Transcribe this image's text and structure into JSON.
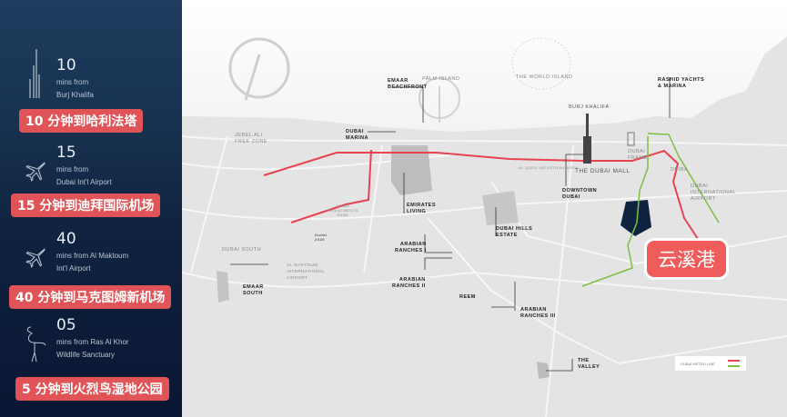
{
  "panel": {
    "entries": [
      {
        "number": "10",
        "line1": "mins from",
        "line2": "Burj Khalifa",
        "badge": "10 分钟到哈利法塔",
        "icon": "burj-khalifa-icon"
      },
      {
        "number": "15",
        "line1": "mins from",
        "line2": "Dubai Int'l Airport",
        "badge": "15 分钟到迪拜国际机场",
        "icon": "airplane-icon"
      },
      {
        "number": "40",
        "line1": "mins from Al Maktoum",
        "line2": "Int'l Airport",
        "badge": "40 分钟到马克图姆新机场",
        "icon": "airplane-icon"
      },
      {
        "number": "05",
        "line1": "mins from Ras Al Khor",
        "line2": "Wildlife Sanctuary",
        "badge": "5 分钟到火烈鸟湿地公园",
        "icon": "flamingo-icon"
      }
    ]
  },
  "map": {
    "highlight": "云溪港",
    "labels": {
      "emaar_beachfront": "EMAAR\nBEACHFRONT",
      "palm_island": "PALM ISLAND",
      "world_island": "THE WORLD ISLAND",
      "rashid": "RASHID YACHTS\n& MARINA",
      "burj_khalifa": "BURJ KHALIFA",
      "jebel_ali": "JEBEL ALI\nFREE ZONE",
      "dubai_marina": "DUBAI\nMARINA",
      "dubai_mall": "THE DUBAI MALL",
      "dubai_frame": "DUBAI\nFRAME",
      "deira": "DEIRA",
      "dxb": "DUBAI\nINTERNATIONAL\nAIRPORT",
      "downtown": "DOWNTOWN\nDUBAI",
      "emirates_living": "EMIRATES\nLIVING",
      "dip": "DUBAI\nINVESTMENTS\nPARK",
      "expo": "Dubai\n2020",
      "dubai_hills": "DUBAI HILLS\nESTATE",
      "dubai_south": "DUBAI SOUTH",
      "dwc": "AL MAKTOUM\nINTERNATIONAL\nAIRPORT",
      "arabian_1": "ARABIAN\nRANCHES I",
      "arabian_2": "ARABIAN\nRANCHES II",
      "arabian_3": "ARABIAN\nRANCHES III",
      "emaar_south": "EMAAR\nSOUTH",
      "reem": "REEM",
      "valley": "THE\nVALLEY",
      "al_quoz": "AL QUOZ INDUSTRIAL AREA"
    },
    "legend": "DUBAI METRO LINE",
    "colors": {
      "red_line": "#e8434f",
      "green_line": "#7ac142",
      "district": "#0f2340",
      "badge": "#e05356"
    }
  }
}
